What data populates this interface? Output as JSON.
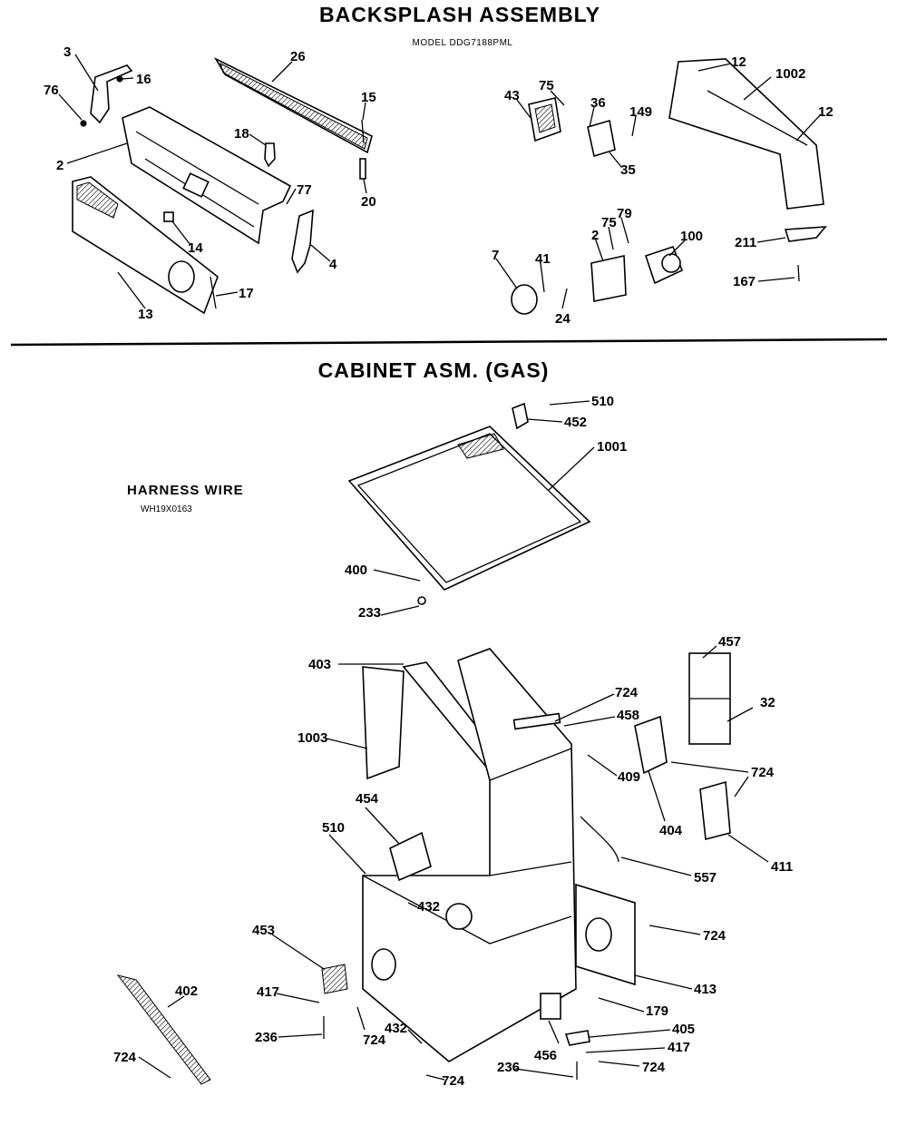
{
  "backsplash": {
    "title": "BACKSPLASH ASSEMBLY",
    "model": "MODEL DDG7188PML",
    "callouts": [
      "3",
      "16",
      "76",
      "26",
      "15",
      "18",
      "2",
      "77",
      "20",
      "14",
      "4",
      "13",
      "17",
      "75",
      "43",
      "36",
      "149",
      "35",
      "12",
      "1002",
      "12",
      "79",
      "75",
      "2",
      "100",
      "7",
      "41",
      "211",
      "167",
      "24"
    ]
  },
  "cabinet": {
    "title": "CABINET ASM. (GAS)",
    "harness_label": "HARNESS WIRE",
    "harness_part": "WH19X0163",
    "callouts": [
      "510",
      "452",
      "1001",
      "400",
      "233",
      "403",
      "457",
      "724",
      "458",
      "1003",
      "409",
      "724",
      "32",
      "454",
      "404",
      "411",
      "510",
      "557",
      "432",
      "724",
      "453",
      "413",
      "402",
      "417",
      "179",
      "236",
      "724",
      "432",
      "405",
      "724",
      "456",
      "417",
      "236",
      "724",
      "724"
    ]
  }
}
